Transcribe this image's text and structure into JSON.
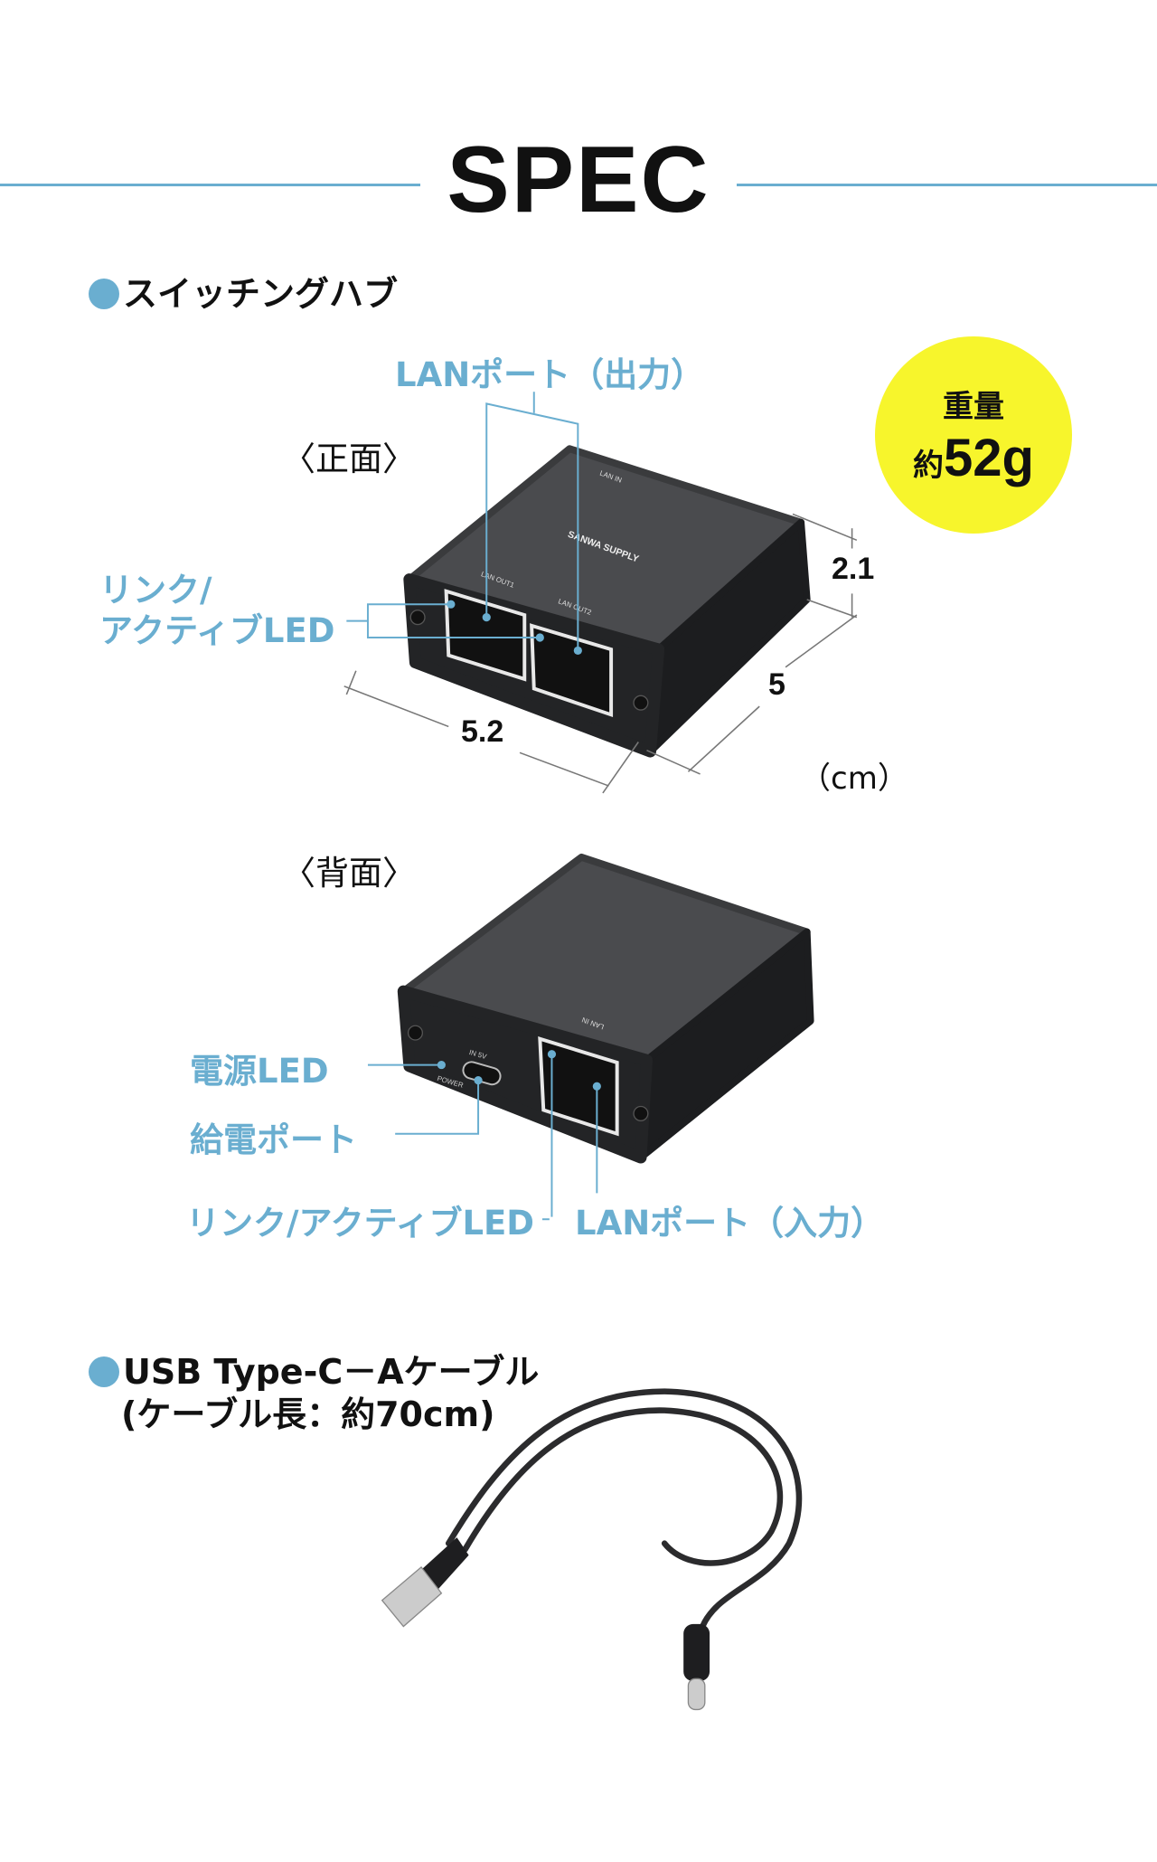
{
  "title": "SPEC",
  "sections": {
    "hub": {
      "heading": "スイッチングハブ",
      "front": {
        "view_label": "〈正面〉",
        "lan_out_label": "LANポート（出力）",
        "link_led_line1": "リンク/",
        "link_led_line2": "アクティブLED",
        "device_labels": [
          "LAN IN",
          "LAN OUT1",
          "LAN OUT2",
          "SANWA SUPPLY"
        ],
        "dimensions": {
          "width": "5.2",
          "depth": "5",
          "height": "2.1",
          "unit": "（cm）"
        }
      },
      "weight": {
        "label": "重量",
        "prefix": "約",
        "value": "52g"
      },
      "back": {
        "view_label": "〈背面〉",
        "power_led_label": "電源LED",
        "power_port_label": "給電ポート",
        "link_led_label": "リンク/アクティブLED",
        "lan_in_label": "LANポート（入力）",
        "device_labels": [
          "IN 5V",
          "POWER",
          "LAN IN"
        ]
      }
    },
    "cable": {
      "heading_line1": "USB Type-C－Aケーブル",
      "heading_line2": "(ケーブル長：約70cm)"
    }
  },
  "colors": {
    "accent": "#6aaed0",
    "badge": "#f7f52c",
    "device": "#2a2b2d"
  }
}
